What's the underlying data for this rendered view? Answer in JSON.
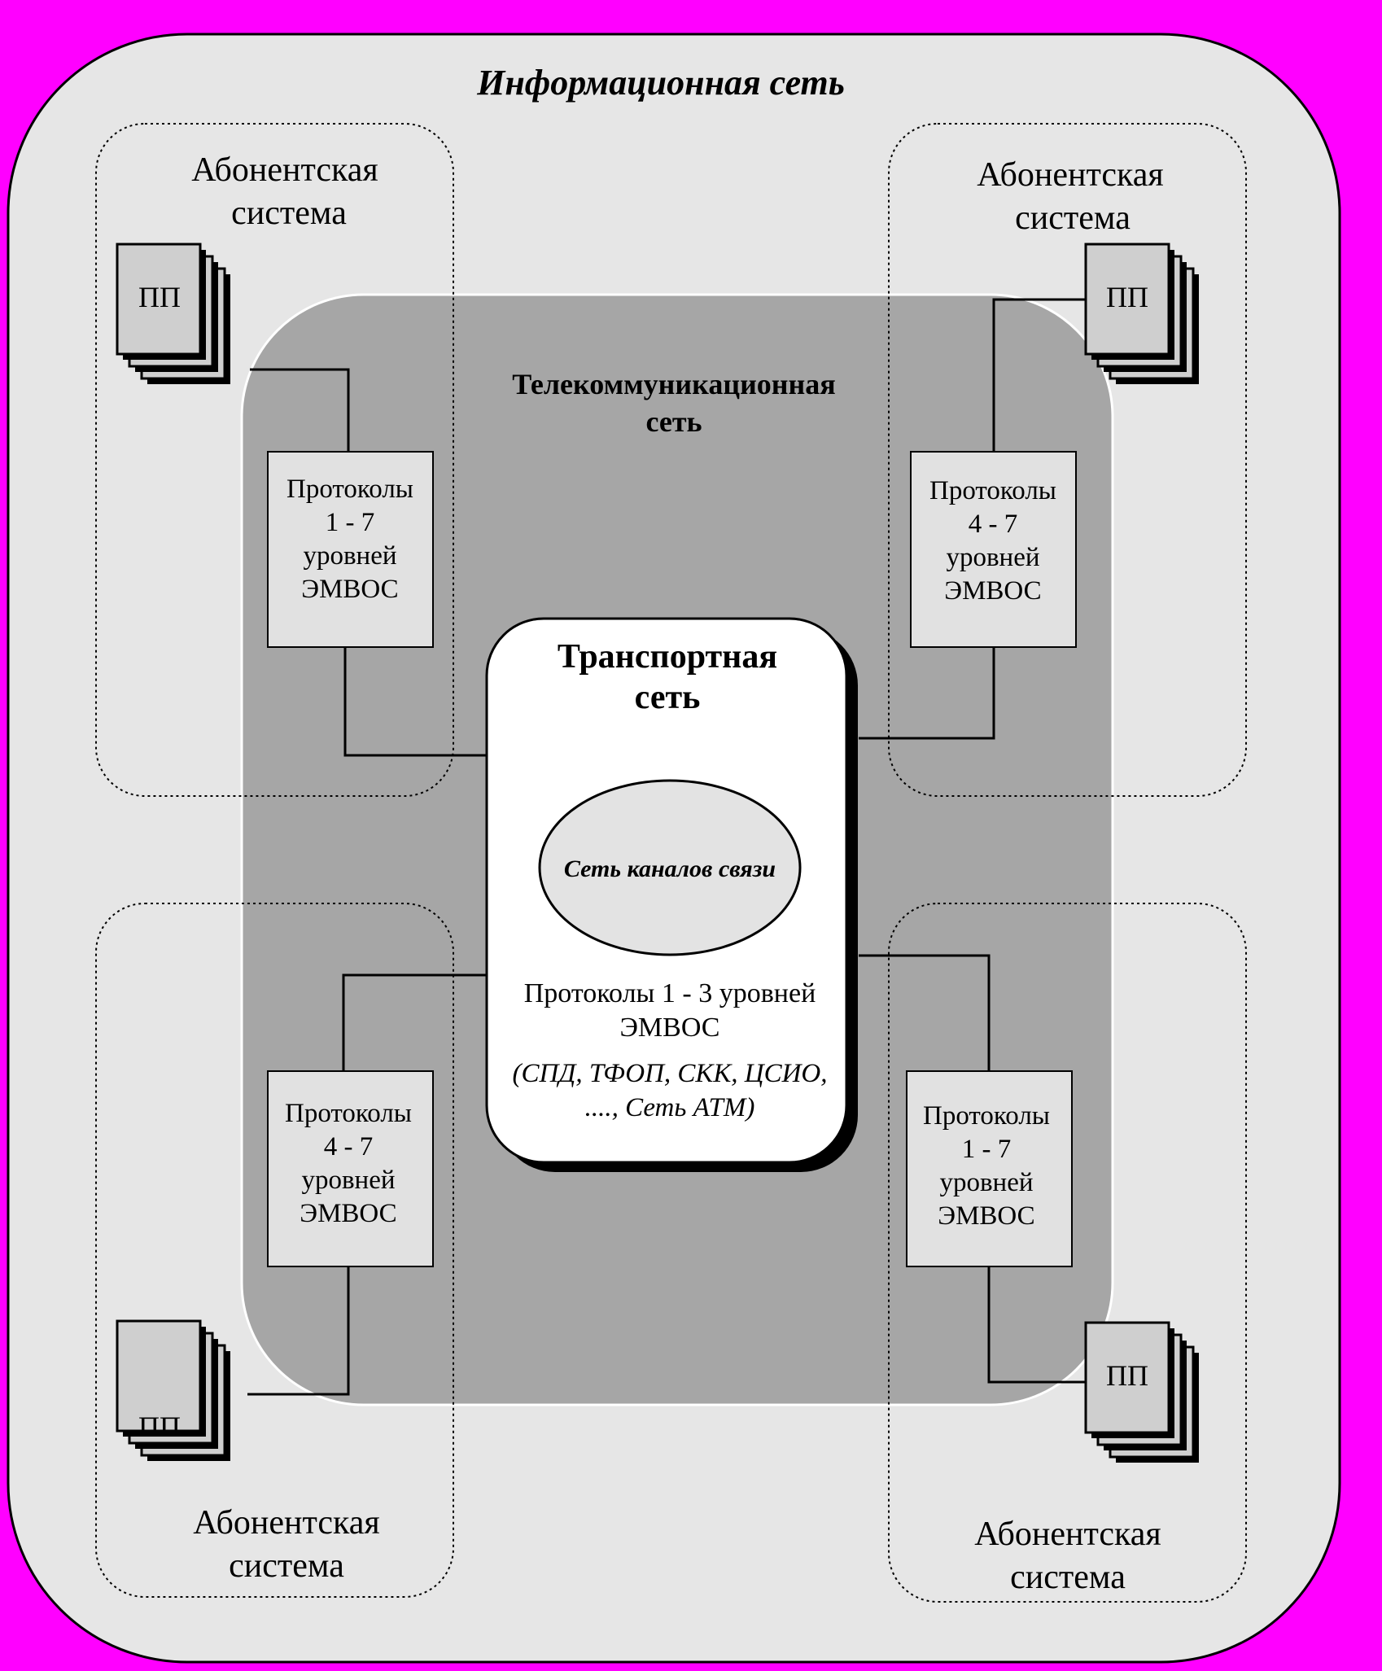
{
  "diagram": {
    "outer_title": "Информационная сеть",
    "telecom_title": [
      "Телекоммуникационная",
      "сеть"
    ],
    "transport_title": [
      "Транспортная",
      "сеть"
    ],
    "channel_network": "Сеть каналов связи",
    "transport_protocols": [
      "Протоколы  1 - 3 уровней",
      "ЭМВОС"
    ],
    "transport_networks": [
      "(СПД, ТФОП, СКК, ЦСИО,",
      "...., Сеть АТМ)"
    ],
    "subscriber_label": [
      "Абонентская",
      "система"
    ],
    "pp_label": "ПП",
    "protocols": {
      "top_left": [
        "Протоколы",
        "1 - 7",
        "уровней",
        "ЭМВОС"
      ],
      "top_right": [
        "Протоколы",
        "4 - 7",
        "уровней",
        "ЭМВОС"
      ],
      "bottom_left": [
        "Протоколы",
        "4 - 7",
        "уровней",
        "ЭМВОС"
      ],
      "bottom_right": [
        "Протоколы",
        "1 - 7",
        "уровней",
        "ЭМВОС"
      ]
    }
  },
  "colors": {
    "background": "#ff00ff",
    "information_network": "#e6e6e6",
    "telecom_network": "#a6a6a6",
    "transport_network": "#ffffff",
    "protocol_box": "#e1e1e1",
    "pp_page": "#cfcfcf",
    "ellipse": "#e3e3e3"
  }
}
